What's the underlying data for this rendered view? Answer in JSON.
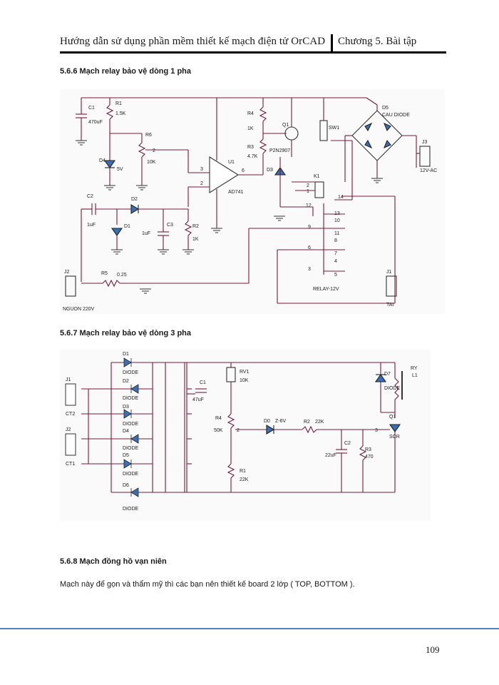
{
  "header": {
    "left_title": "Hướng dẫn sử dụng phần mềm thiết kế mạch điện tử OrCAD",
    "right_title": "Chương 5. Bài tập"
  },
  "sections": [
    {
      "title": "5.6.6 Mạch relay bảo vệ dòng 1 pha"
    },
    {
      "title": "5.6.7 Mạch relay bảo vệ dòng 3 pha"
    },
    {
      "title": "5.6.8 Mạch đồng hồ vạn niên"
    }
  ],
  "paragraph": "Mạch này để gọn và thẩm mỹ thì các bạn nên thiết kế board 2 lớp ( TOP, BOTTOM ).",
  "page_number": "109",
  "schematic1_labels": {
    "c1": "C1",
    "c1v": "470uF",
    "r1": "R1",
    "r1v": "1.5K",
    "r6": "R6",
    "r6v": "10K",
    "d4": "D4",
    "d4v": "5V",
    "u1": "U1",
    "u1v": "AD741",
    "r4": "R4",
    "r4v": "1K",
    "r3": "R3",
    "r3v": "4.7K",
    "q1": "Q1",
    "q1v": "P2N2907",
    "d3": "D3",
    "sw1": "SW1",
    "d5": "D5",
    "d5v": "CAU DIODE",
    "k1": "K1",
    "j3": "J3",
    "j3v": "12V-AC",
    "c2": "C2",
    "c2v": "1uF",
    "d2": "D2",
    "d1": "D1",
    "c3": "C3",
    "c3v": "1uF",
    "r2": "R2",
    "r2v": "1K",
    "j2": "J2",
    "j2v": "NGUON 220V",
    "r5": "R5",
    "r5v": "0.25",
    "relay": "RELAY-12V",
    "j1": "J1",
    "j1v": "TAI",
    "p14": "14",
    "p13": "13",
    "p12": "12",
    "p10": "10",
    "p9": "9",
    "p11": "11",
    "p8": "8",
    "p6": "6",
    "p7": "7",
    "p4": "4",
    "p3": "3",
    "p5": "5",
    "p2": "2",
    "p1": "1",
    "n3": "3",
    "n2": "2",
    "n6": "6",
    "n7": "7",
    "n4": "4",
    "n1": "1"
  },
  "schematic2_labels": {
    "d1": "D1",
    "d2": "D2",
    "d3": "D3",
    "d4": "D4",
    "d5": "D5",
    "d6": "D6",
    "diode": "DIODE",
    "j1": "J1",
    "ct2": "CT2",
    "j2": "J2",
    "ct1": "CT1",
    "c1": "C1",
    "c1v": "47uF",
    "rv1": "RV1",
    "rv1v": "10K",
    "r4": "R4",
    "r4v": "50K",
    "r1": "R1",
    "r1v": "22K",
    "d0": "D0",
    "d0v": "Z-6V",
    "r2": "R2",
    "r2v": "22K",
    "c2": "C2",
    "c2v": "22uF",
    "r3": "R3",
    "r3v": "470",
    "d7": "D7",
    "q1": "Q1",
    "q1v": "SCR",
    "ry": "RY",
    "l1": "L1",
    "n1": "1",
    "n2": "2",
    "n3": "3"
  }
}
